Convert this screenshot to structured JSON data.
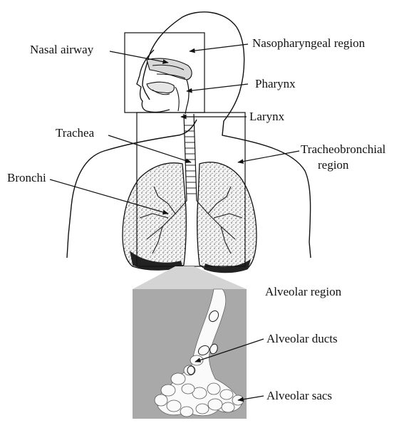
{
  "labels": {
    "nasal_airway": "Nasal airway",
    "nasopharyngeal_region": "Nasopharyngeal region",
    "pharynx": "Pharynx",
    "larynx": "Larynx",
    "trachea": "Trachea",
    "tracheobronchial_region_line1": "Tracheobronchial",
    "tracheobronchial_region_line2": "region",
    "bronchi": "Bronchi",
    "alveolar_region": "Alveolar region",
    "alveolar_ducts": "Alveolar ducts",
    "alveolar_sacs": "Alveolar sacs"
  },
  "colors": {
    "line": "#111111",
    "inset_background": "#a9a9a9",
    "tissue": "#ffffff",
    "lung_stipple": "#555555"
  }
}
